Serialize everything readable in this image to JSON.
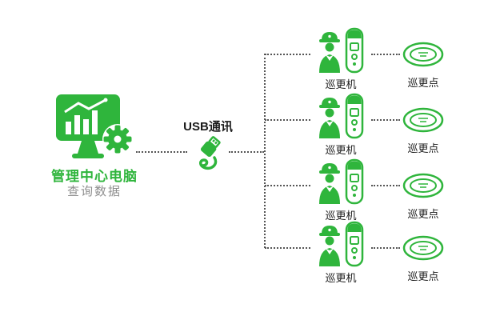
{
  "colors": {
    "green": "#2fb53c",
    "line": "#555555",
    "label": "#1a1a1a",
    "gray": "#8f8f8f"
  },
  "center": {
    "title": "管理中心电脑",
    "subtitle": "查询数据"
  },
  "usb": {
    "label": "USB通讯"
  },
  "rows": [
    {
      "machine_label": "巡更机",
      "point_label": "巡更点"
    },
    {
      "machine_label": "巡更机",
      "point_label": "巡更点"
    },
    {
      "machine_label": "巡更机",
      "point_label": "巡更点"
    },
    {
      "machine_label": "巡更机",
      "point_label": "巡更点"
    }
  ],
  "icons": {
    "computer": "monitor-with-chart-and-gear",
    "usb": "usb-plug-with-cable",
    "guard": "security-guard",
    "reader": "patrol-reader-device",
    "point": "patrol-point-tag"
  }
}
